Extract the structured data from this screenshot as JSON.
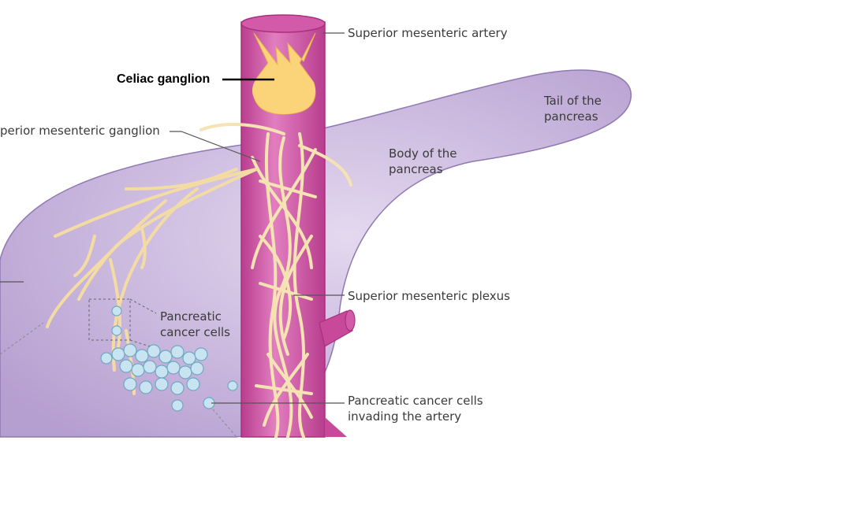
{
  "labels": {
    "celiac_ganglion": "Celiac ganglion",
    "superior_mesenteric_artery": "Superior mesenteric artery",
    "superior_mesenteric_ganglion": "perior mesenteric ganglion",
    "tail_line1": "Tail of the",
    "tail_line2": "pancreas",
    "body_line1": "Body of the",
    "body_line2": "pancreas",
    "plexus": "Superior mesenteric plexus",
    "cancer_cells_line1": "Pancreatic",
    "cancer_cells_line2": "cancer cells",
    "invading_line1": "Pancreatic cancer cells",
    "invading_line2": "invading the artery"
  },
  "colors": {
    "pancreas": "#c9b3df",
    "artery": "#c8489a",
    "nerve": "#f6e3b4",
    "ganglion": "#fbd47a",
    "cells": "#bfe0ec"
  }
}
